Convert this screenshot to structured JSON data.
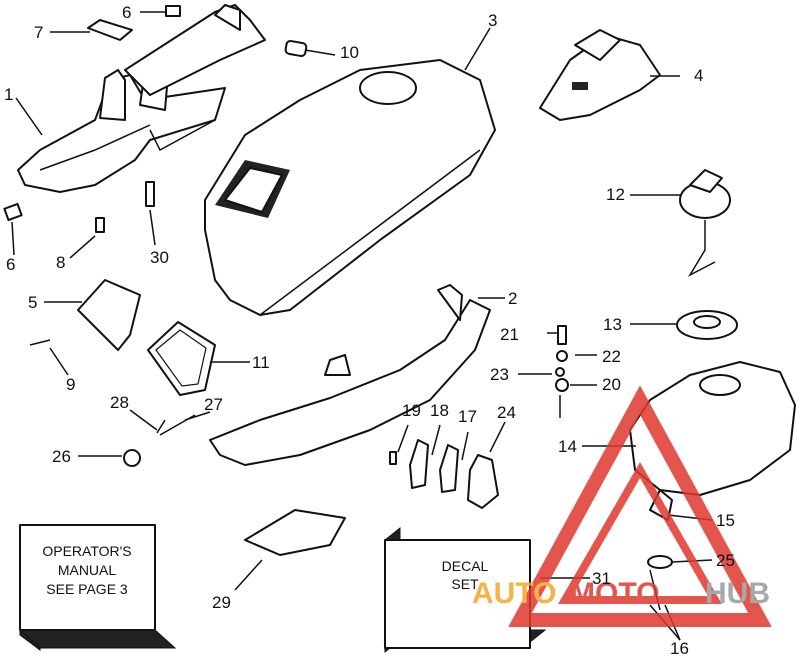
{
  "callouts": {
    "c1": "1",
    "c2": "2",
    "c3": "3",
    "c4": "4",
    "c5": "5",
    "c6a": "6",
    "c6b": "6",
    "c7": "7",
    "c8": "8",
    "c9": "9",
    "c10": "10",
    "c11": "11",
    "c12": "12",
    "c13": "13",
    "c14": "14",
    "c15": "15",
    "c16": "16",
    "c17": "17",
    "c18": "18",
    "c19": "19",
    "c20": "20",
    "c21": "21",
    "c22": "22",
    "c23": "23",
    "c24": "24",
    "c25": "25",
    "c26": "26",
    "c27": "27",
    "c28": "28",
    "c29": "29",
    "c30": "30",
    "c31": "31"
  },
  "manual_box": {
    "line1": "OPERATOR'S",
    "line2": "MANUAL",
    "line3": "SEE PAGE 3"
  },
  "decal_box": {
    "line1": "DECAL",
    "line2": "SET"
  },
  "watermark": {
    "part1": "AUTO",
    "part2": "MOTO",
    "part3": "HUB"
  },
  "colors": {
    "watermark_red": "#e0392f",
    "watermark_orange": "#f5a623",
    "watermark_gray": "#9a9a9a",
    "ink": "#111111"
  }
}
